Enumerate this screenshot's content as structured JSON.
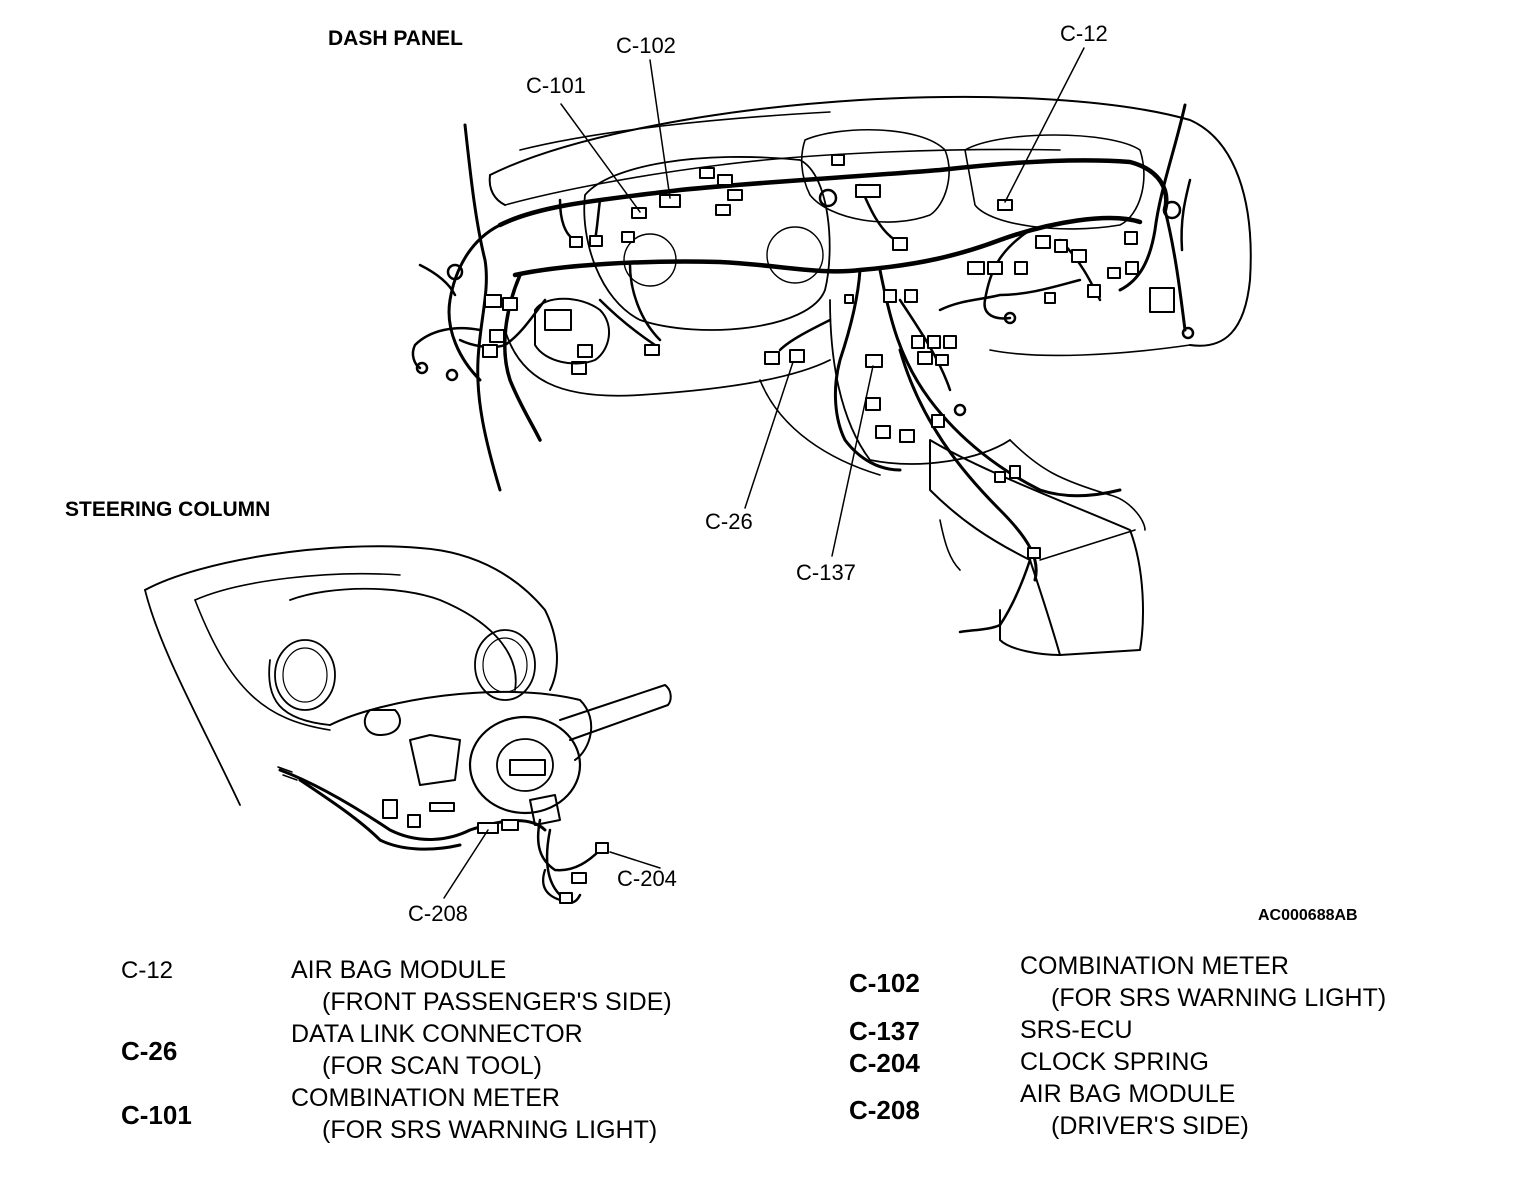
{
  "sections": {
    "dash_panel": "DASH PANEL",
    "steering_column": "STEERING COLUMN"
  },
  "callouts": {
    "c12": "C-12",
    "c102": "C-102",
    "c101": "C-101",
    "c26": "C-26",
    "c137": "C-137",
    "c204": "C-204",
    "c208": "C-208"
  },
  "figure_ref": "AC000688AB",
  "legend": {
    "left": [
      {
        "code": "C-12",
        "line1": "AIR BAG MODULE",
        "line2": "(FRONT PASSENGER'S SIDE)"
      },
      {
        "code": "C-26",
        "line1": "DATA LINK CONNECTOR",
        "line2": "(FOR SCAN TOOL)"
      },
      {
        "code": "C-101",
        "line1": "COMBINATION METER",
        "line2": "(FOR SRS WARNING LIGHT)"
      }
    ],
    "right": [
      {
        "code": "C-102",
        "line1": "COMBINATION METER",
        "line2": "(FOR SRS WARNING LIGHT)"
      },
      {
        "code": "C-137",
        "line1": "SRS-ECU",
        "line2": ""
      },
      {
        "code": "C-204",
        "line1": "CLOCK SPRING",
        "line2": ""
      },
      {
        "code": "C-208",
        "line1": "AIR BAG MODULE",
        "line2": "(DRIVER'S SIDE)"
      }
    ]
  }
}
